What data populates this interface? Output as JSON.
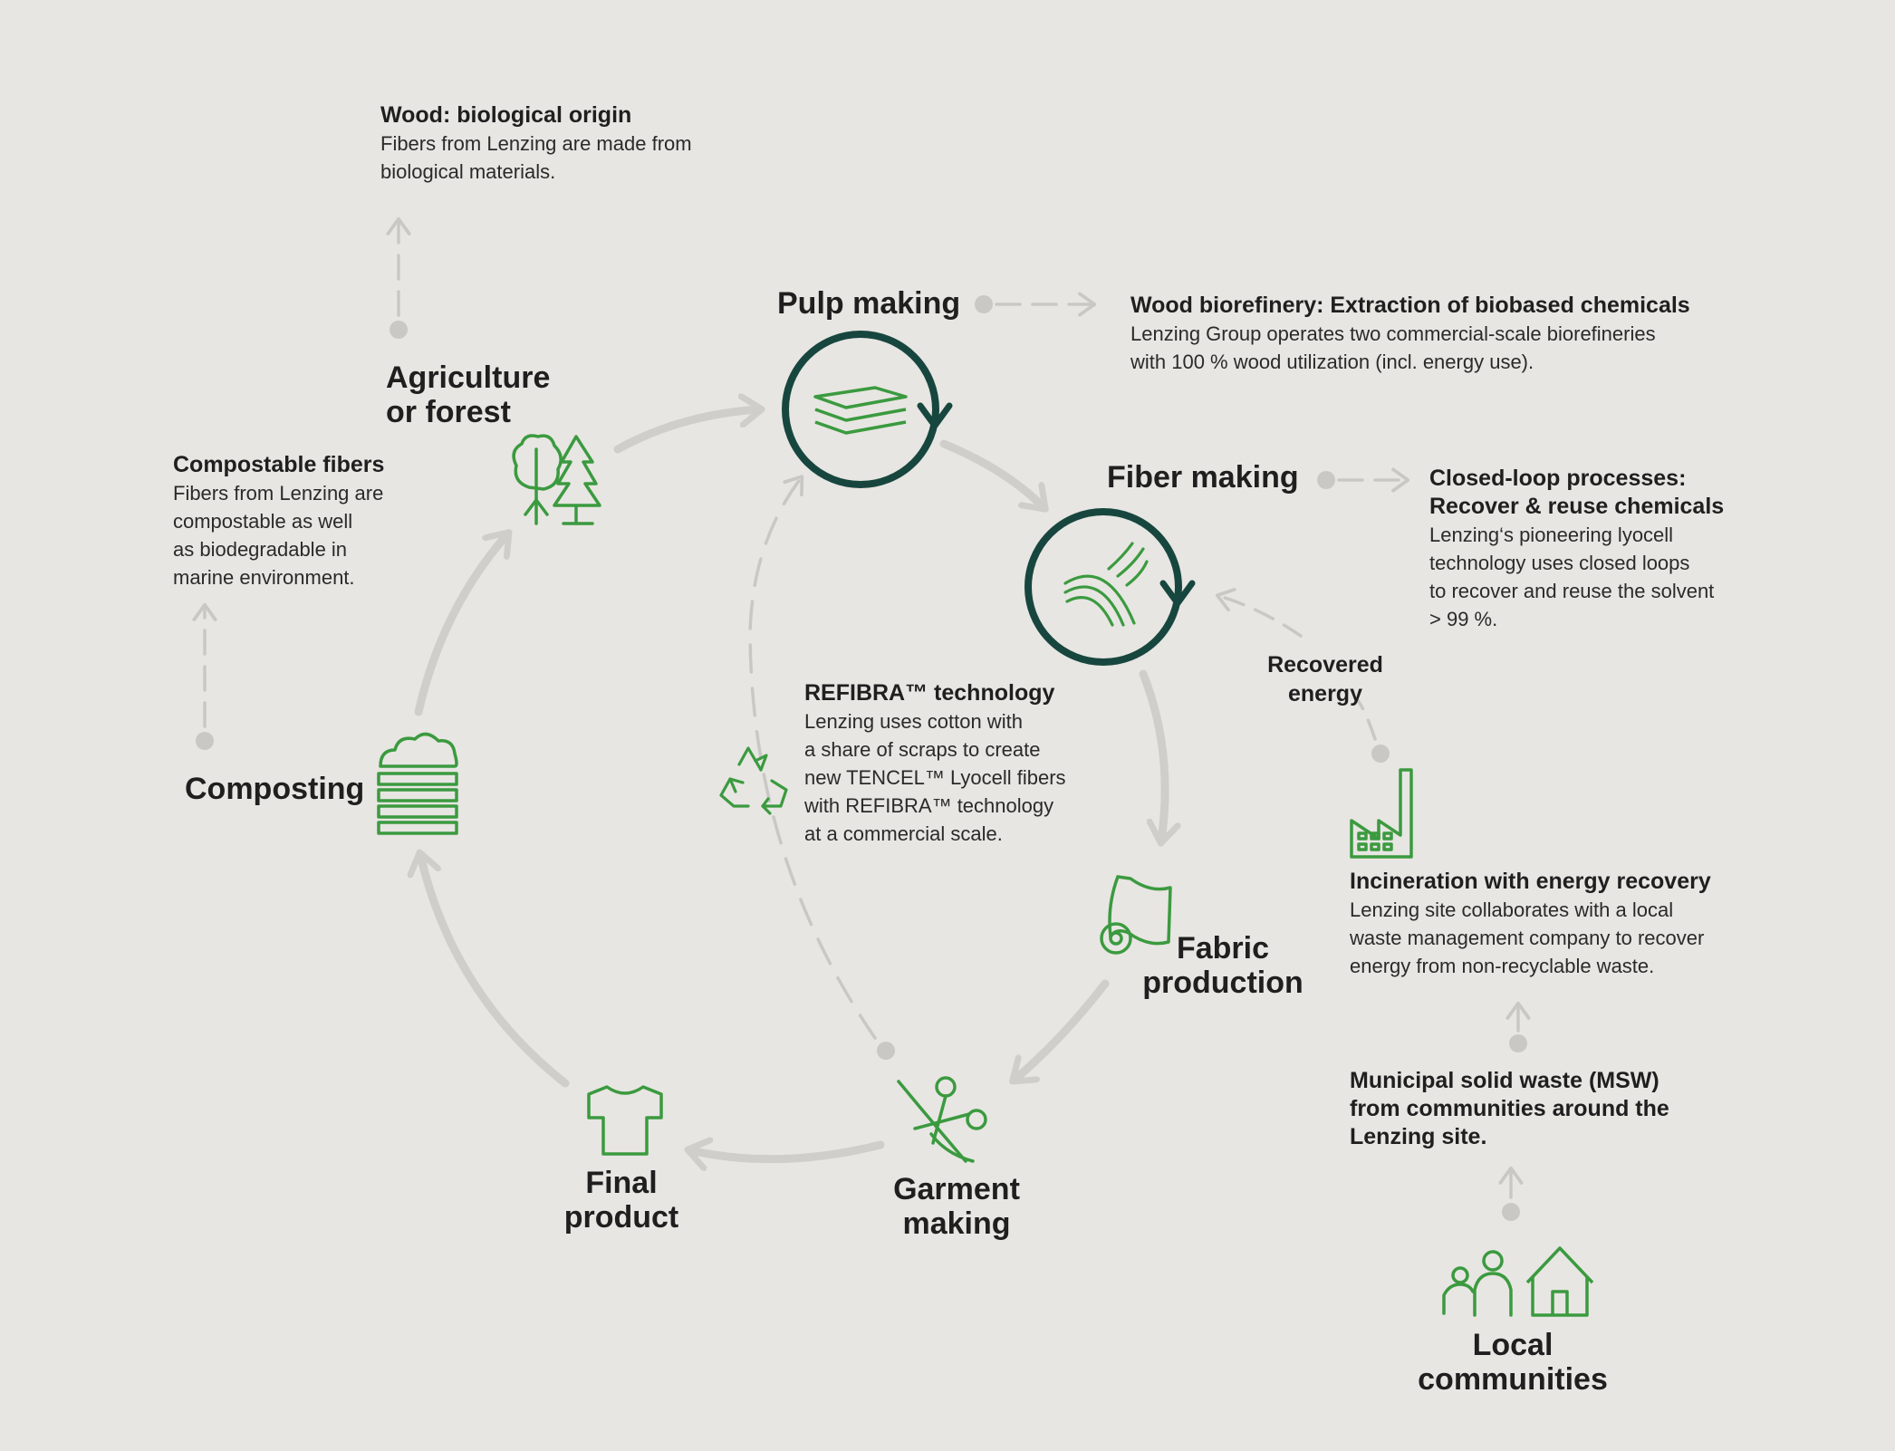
{
  "colors": {
    "background": "#e7e6e2",
    "cycle_arrow": "#cfcecb",
    "dashed_arrow": "#c9c8c5",
    "dark_teal": "#17463f",
    "icon_green": "#3b9a3f",
    "text": "#1f1f1f"
  },
  "nodes": {
    "pulp_making": "Pulp making",
    "fiber_making": "Fiber making",
    "fabric_production": [
      "Fabric",
      "production"
    ],
    "garment_making": [
      "Garment",
      "making"
    ],
    "final_product": [
      "Final",
      "product"
    ],
    "composting": "Composting",
    "agriculture_forest": [
      "Agriculture",
      "or forest"
    ],
    "local_communities": [
      "Local",
      "communities"
    ],
    "recovered_energy": [
      "Recovered",
      "energy"
    ]
  },
  "notes": {
    "wood_origin": {
      "title": "Wood: biological origin",
      "lines": [
        "Fibers from Lenzing are made from",
        "biological materials."
      ]
    },
    "biorefinery": {
      "title": "Wood biorefinery: Extraction of biobased chemicals",
      "lines": [
        "Lenzing Group operates two commercial-scale biorefineries",
        "with 100 % wood utilization (incl. energy use)."
      ]
    },
    "closed_loop": {
      "title_lines": [
        "Closed-loop processes:",
        "Recover & reuse chemicals"
      ],
      "lines": [
        "Lenzing‘s pioneering lyocell",
        "technology uses closed loops",
        "to recover and reuse the solvent",
        "> 99 %."
      ]
    },
    "compostable": {
      "title": "Compostable fibers",
      "lines": [
        "Fibers from Lenzing are",
        "compostable as well",
        "as biodegradable in",
        "marine environment."
      ]
    },
    "refibra": {
      "title": "REFIBRA™ technology",
      "lines": [
        "Lenzing uses cotton with",
        "a share of scraps to create",
        "new TENCEL™ Lyocell fibers",
        "with REFIBRA™ technology",
        "at a commercial scale."
      ]
    },
    "incineration": {
      "title": "Incineration with energy recovery",
      "lines": [
        "Lenzing site collaborates with a local",
        "waste management company to recover",
        "energy from non-recyclable waste."
      ]
    },
    "msw": {
      "lines": [
        "Municipal solid waste (MSW)",
        "from communities around the",
        "Lenzing site."
      ]
    }
  },
  "icons": [
    "layers-icon",
    "fibers-icon",
    "fabric-roll-icon",
    "scissors-icon",
    "tshirt-icon",
    "compost-icon",
    "trees-icon",
    "recycle-icon",
    "factory-icon",
    "people-icon",
    "house-icon"
  ]
}
